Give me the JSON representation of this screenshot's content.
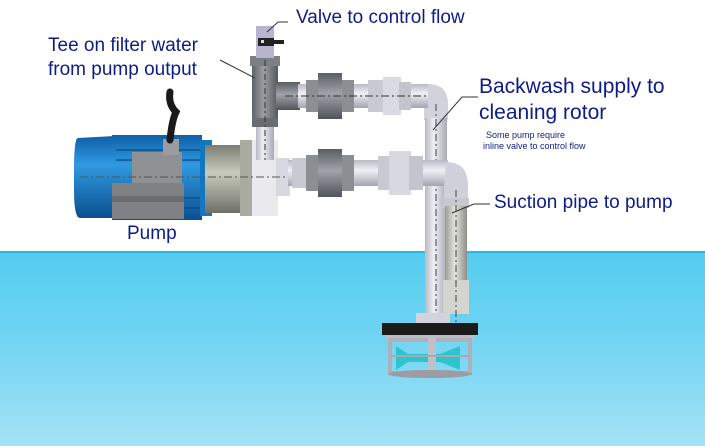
{
  "diagram": {
    "type": "installation-schematic",
    "subject": "Pump with filter tee, backwash supply and suction pipe to submerged cleaning rotor",
    "labels": {
      "valve": "Valve to control flow",
      "tee_line1": "Tee on filter water",
      "tee_line2": "from pump output",
      "backwash_line1": "Backwash supply to",
      "backwash_line2": "cleaning rotor",
      "note_line1": "Some pump require",
      "note_line2": "inline valve to control flow",
      "suction": "Suction pipe to pump",
      "pump": "Pump"
    },
    "colors": {
      "label_text": "#0d1c86",
      "motor_blue": "#1a7fc8",
      "pipe_light": "#d9d9e3",
      "fitting_dark": "#777b80",
      "water_top": "#3ec9ec",
      "water_bottom": "#a5e3f6",
      "rotor_accent": "#2ec4cf"
    }
  }
}
